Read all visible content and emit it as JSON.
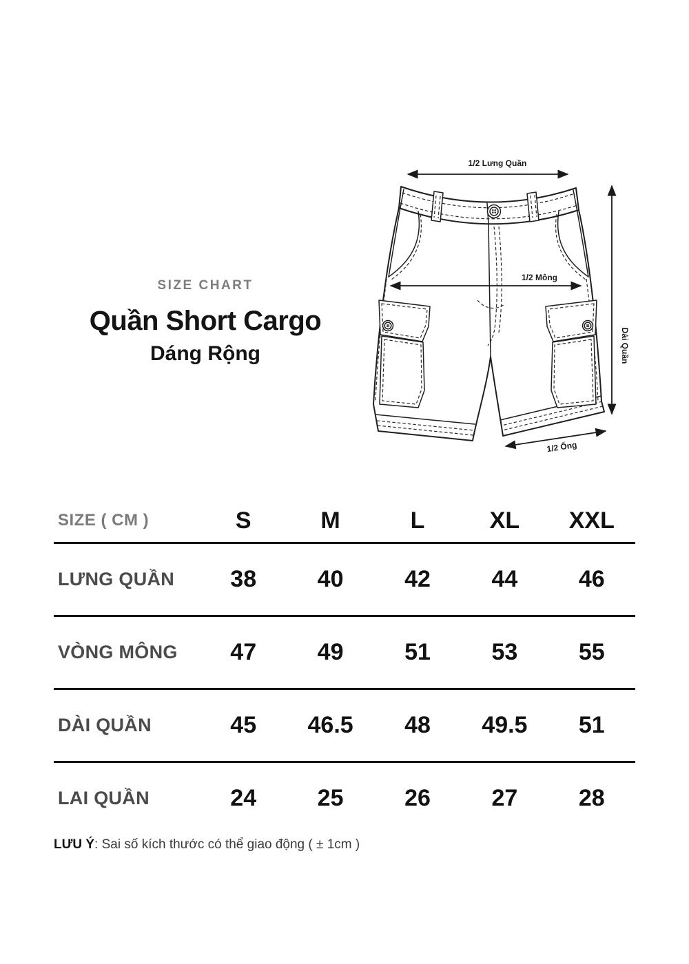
{
  "title": {
    "eyebrow": "SIZE CHART",
    "main": "Quần Short Cargo",
    "sub": "Dáng Rộng"
  },
  "diagram": {
    "labels": {
      "half_waist": "1/2 Lưng Quần",
      "half_hip": "1/2 Mông",
      "length": "Dài Quần",
      "half_leg_opening": "1/2 Ống"
    }
  },
  "table": {
    "header": {
      "label": "SIZE ( CM )",
      "sizes": [
        "S",
        "M",
        "L",
        "XL",
        "XXL"
      ]
    },
    "rows": [
      {
        "label": "LƯNG QUẦN",
        "values": [
          "38",
          "40",
          "42",
          "44",
          "46"
        ]
      },
      {
        "label": "VÒNG MÔNG",
        "values": [
          "47",
          "49",
          "51",
          "53",
          "55"
        ]
      },
      {
        "label": "DÀI QUẦN",
        "values": [
          "45",
          "46.5",
          "48",
          "49.5",
          "51"
        ]
      },
      {
        "label": "LAI QUẦN",
        "values": [
          "24",
          "25",
          "26",
          "27",
          "28"
        ]
      }
    ]
  },
  "note": {
    "bold": "LƯU Ý",
    "text": ": Sai số kích thước có thể giao động ( ± 1cm )"
  },
  "colors": {
    "ink": "#1a1a1a",
    "gray": "#7d7d7d",
    "label_gray": "#4b4b4b"
  }
}
